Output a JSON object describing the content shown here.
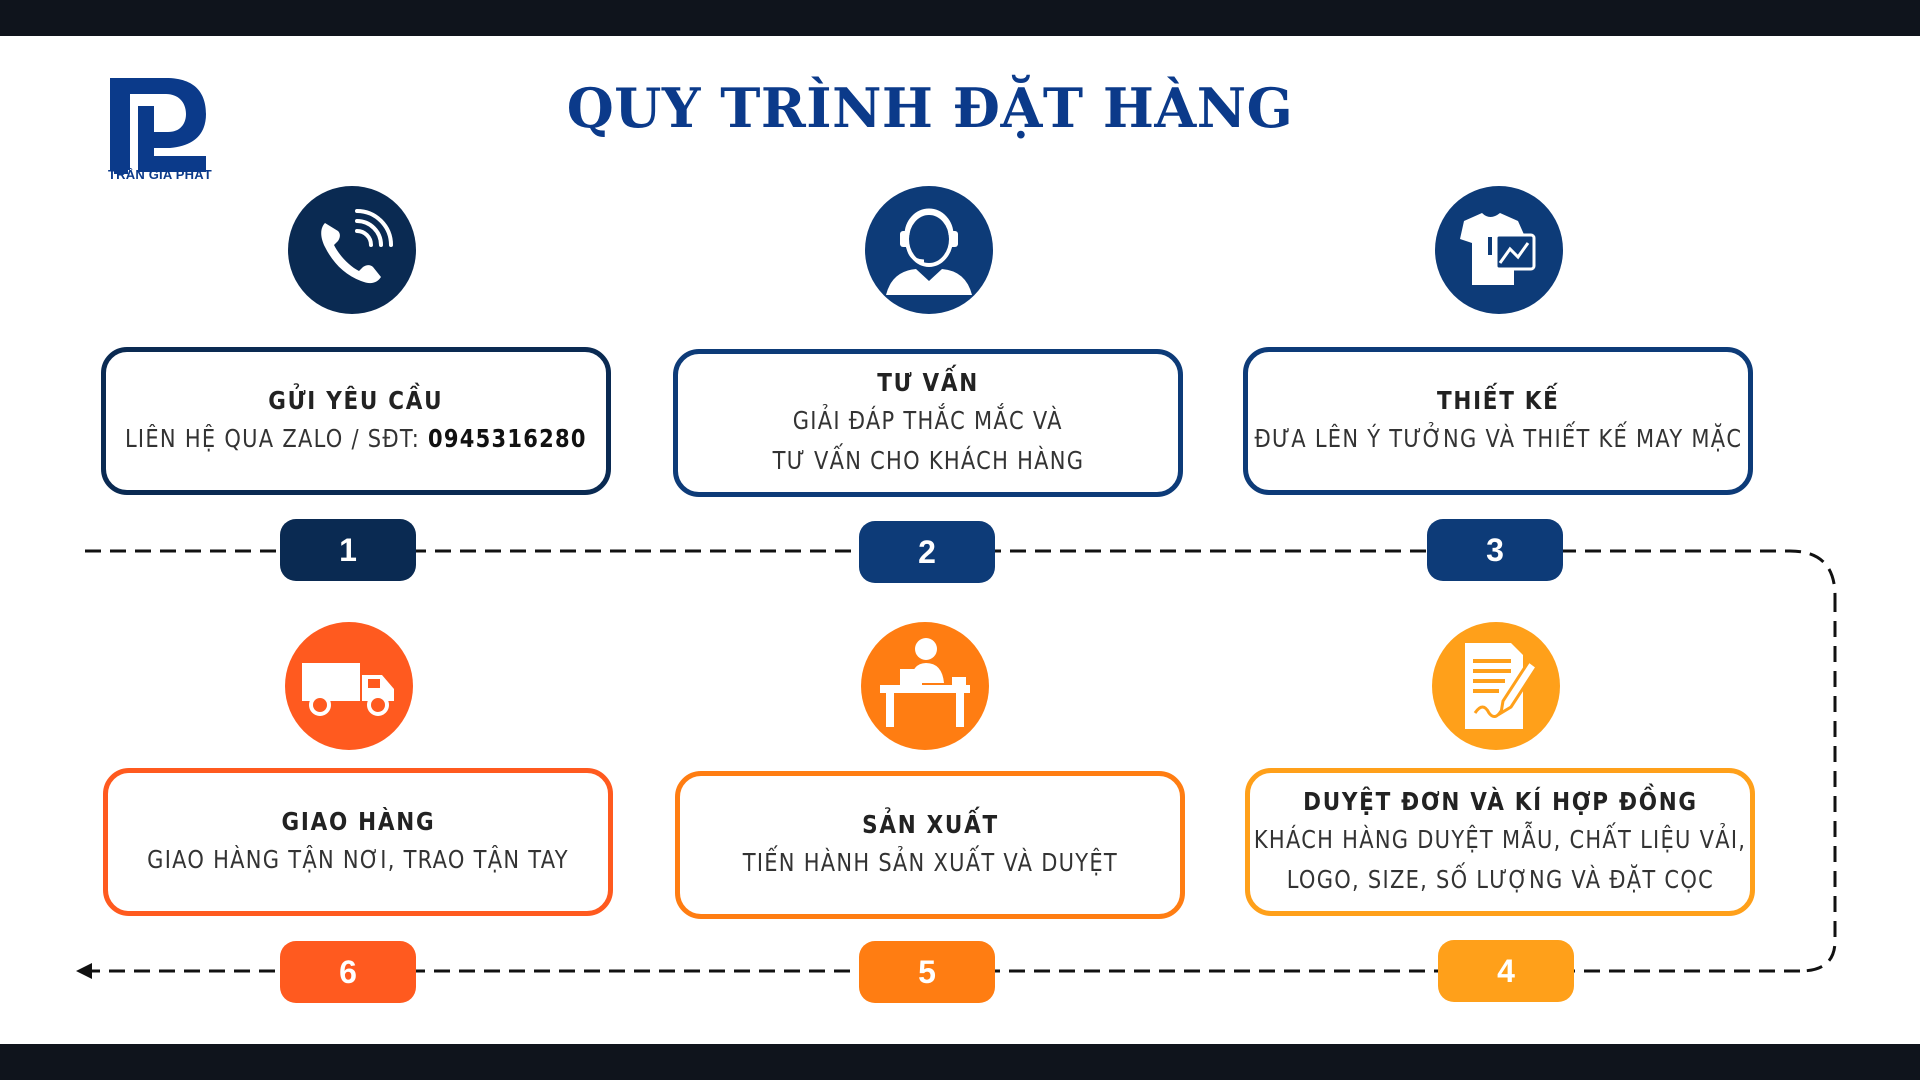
{
  "page_title": "QUY TRÌNH ĐẶT HÀNG",
  "logo": {
    "text": "TRẦN GIA PHÁT"
  },
  "colors": {
    "navy": "#0a2a52",
    "blue": "#0d3b78",
    "orange_deep": "#ff5a1f",
    "orange": "#ff7d12",
    "orange_light": "#ffa01a",
    "title_blue": "#0b3a8a"
  },
  "steps": [
    {
      "number": "1",
      "icon": "phone-icon",
      "title": "GỬI YÊU CẦU",
      "desc_line1_prefix": "LIÊN HỆ QUA ZALO / SĐT: ",
      "phone": "0945316280"
    },
    {
      "number": "2",
      "icon": "support-agent-icon",
      "title": "TƯ VẤN",
      "desc_line1": "GIẢI ĐÁP THẮC MẮC VÀ",
      "desc_line2": "TƯ VẤN CHO KHÁCH HÀNG"
    },
    {
      "number": "3",
      "icon": "tshirt-design-icon",
      "title": "THIẾT KẾ",
      "desc_line1": "ĐƯA LÊN Ý TƯỞNG VÀ THIẾT KẾ MAY MẶC"
    },
    {
      "number": "4",
      "icon": "contract-sign-icon",
      "title": "DUYỆT ĐƠN VÀ KÍ HỢP ĐỒNG",
      "desc_line1": "KHÁCH HÀNG DUYỆT MẪU, CHẤT LIỆU VẢI,",
      "desc_line2": "LOGO, SIZE, SỐ LƯỢNG VÀ ĐẶT CỌC"
    },
    {
      "number": "5",
      "icon": "production-worker-icon",
      "title": "SẢN XUẤT",
      "desc_line1": "TIẾN HÀNH SẢN XUẤT VÀ DUYỆT"
    },
    {
      "number": "6",
      "icon": "delivery-truck-icon",
      "title": "GIAO HÀNG",
      "desc_line1": "GIAO HÀNG TẬN NƠI, TRAO TẬN TAY"
    }
  ]
}
